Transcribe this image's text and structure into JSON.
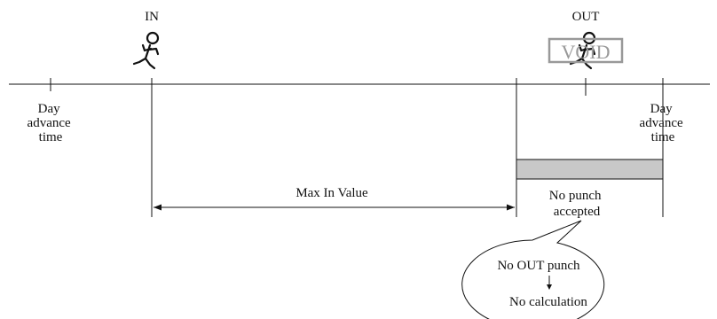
{
  "labels": {
    "in": "IN",
    "out": "OUT",
    "void": "VOID",
    "day_advance_left": [
      "Day",
      "advance",
      "time"
    ],
    "day_advance_right": [
      "Day",
      "advance",
      "time"
    ],
    "max_in_value": "Max In Value",
    "no_punch": [
      "No punch",
      "accepted"
    ],
    "bubble_line1": "No OUT punch",
    "bubble_line2": "No calculation"
  },
  "colors": {
    "line": "#111111",
    "no_punch_bar": "#c8c8c8",
    "void_stamp": "#999999"
  },
  "icons": [
    "running-person-in-icon",
    "running-person-out-icon"
  ]
}
